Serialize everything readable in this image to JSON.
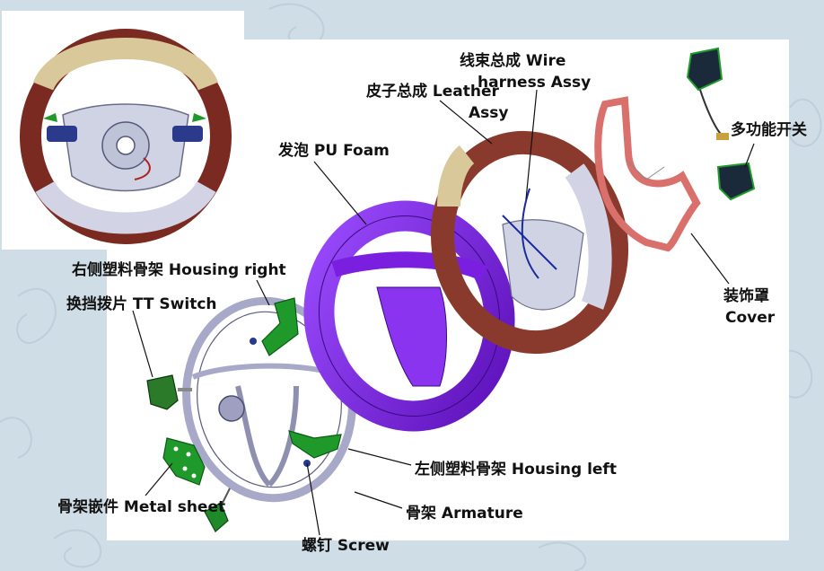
{
  "colors": {
    "background": "#cfdde6",
    "panel": "#ffffff",
    "foam": "#7a1ee0",
    "leather": "#8a3a2c",
    "leather_light": "#d8c89a",
    "armature": "#bfc0d8",
    "cover": "#e08a86",
    "housing": "#1f9a2a",
    "leader_line": "#111111"
  },
  "labels": {
    "wire_harness": [
      "线束总成 Wire",
      "harness Assy"
    ],
    "leather_assy": [
      "皮子总成 Leather",
      "Assy"
    ],
    "multifunction_switch": "多功能开关",
    "pu_foam": "发泡 PU Foam",
    "housing_right": "右侧塑料骨架 Housing right",
    "tt_switch": "换挡拨片 TT Switch",
    "cover": [
      "装饰罩",
      "Cover"
    ],
    "housing_left": "左侧塑料骨架 Housing left",
    "metal_sheet": "骨架嵌件 Metal sheet",
    "armature": "骨架 Armature",
    "screw": "螺钉 Screw"
  },
  "icons": {
    "assembled_wheel": "steering-wheel-assembled-icon",
    "foam": "pu-foam-ring-icon",
    "leather": "leather-wheel-icon",
    "armature": "armature-frame-icon",
    "cover": "decorative-cover-icon",
    "switch": "multifunction-switch-icon"
  }
}
